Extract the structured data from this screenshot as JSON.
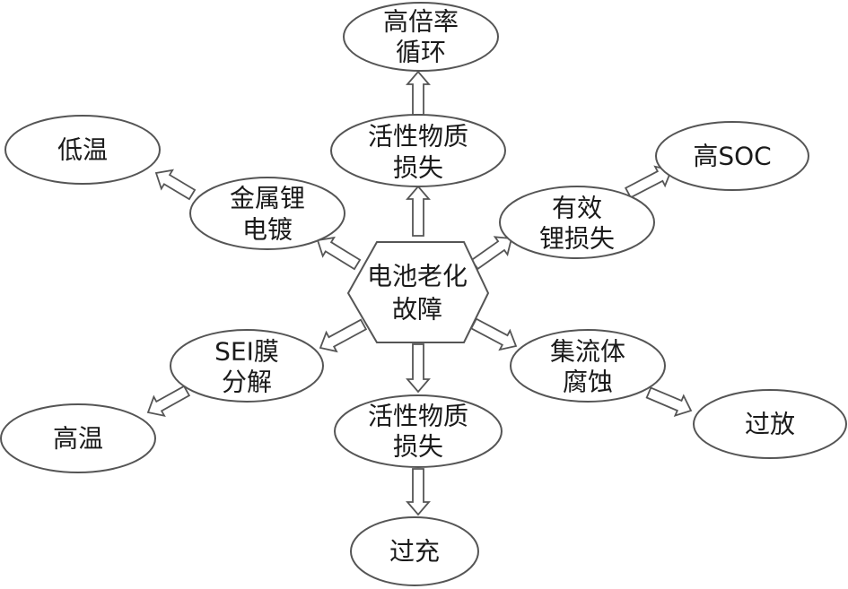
{
  "nodes": {
    "center": {
      "lines": [
        "电池老化",
        "故障"
      ]
    },
    "high_rate": {
      "lines": [
        "高倍率",
        "循环"
      ]
    },
    "active_loss_top": {
      "lines": [
        "活性物质",
        "损失"
      ]
    },
    "low_temp": {
      "lines": [
        "低温"
      ]
    },
    "li_plating": {
      "lines": [
        "金属锂",
        "电镀"
      ]
    },
    "high_soc": {
      "lines": [
        "高SOC"
      ]
    },
    "li_loss": {
      "lines": [
        "有效",
        "锂损失"
      ]
    },
    "sei_decomp": {
      "lines": [
        "SEI膜",
        "分解"
      ]
    },
    "high_temp": {
      "lines": [
        "高温"
      ]
    },
    "collector_corrosion": {
      "lines": [
        "集流体",
        "腐蚀"
      ]
    },
    "over_discharge": {
      "lines": [
        "过放"
      ]
    },
    "active_loss_bottom": {
      "lines": [
        "活性物质",
        "损失"
      ]
    },
    "overcharge": {
      "lines": [
        "过充"
      ]
    }
  }
}
